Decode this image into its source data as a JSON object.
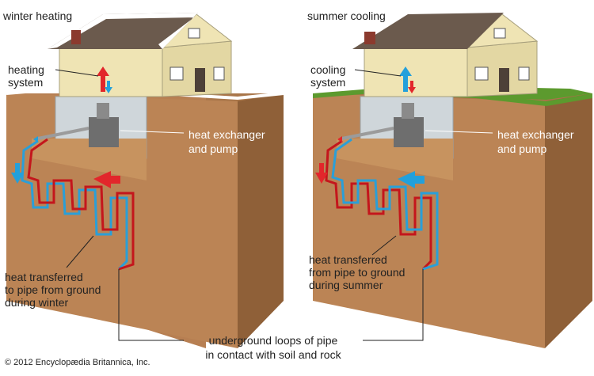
{
  "panels": {
    "winter": {
      "title": "winter heating",
      "system_label_1": "heating",
      "system_label_2": "system",
      "exchanger_label_1": "heat exchanger",
      "exchanger_label_2": "and pump",
      "transfer_label_1": "heat transferred",
      "transfer_label_2": "to pipe from ground",
      "transfer_label_3": "during winter"
    },
    "summer": {
      "title": "summer cooling",
      "system_label_1": "cooling",
      "system_label_2": "system",
      "exchanger_label_1": "heat exchanger",
      "exchanger_label_2": "and pump",
      "transfer_label_1": "heat transferred",
      "transfer_label_2": "from pipe to ground",
      "transfer_label_3": "during summer"
    }
  },
  "shared_label_1": "underground loops of pipe",
  "shared_label_2": "in contact with soil and rock",
  "copyright": "© 2012 Encyclopædia Britannica, Inc.",
  "colors": {
    "soil_front": "#b77f52",
    "soil_side": "#8f6038",
    "soil_top": "#a9764a",
    "house_wall": "#efe4b4",
    "roof": "#6b5a4d",
    "basement": "#cfd6da",
    "hot_pipe": "#c4161c",
    "cold_pipe": "#2a9fd8",
    "snow": "#ffffff",
    "grass": "#5c9a2e",
    "hot_arrow": "#e2262b",
    "cold_arrow": "#23a0db"
  }
}
